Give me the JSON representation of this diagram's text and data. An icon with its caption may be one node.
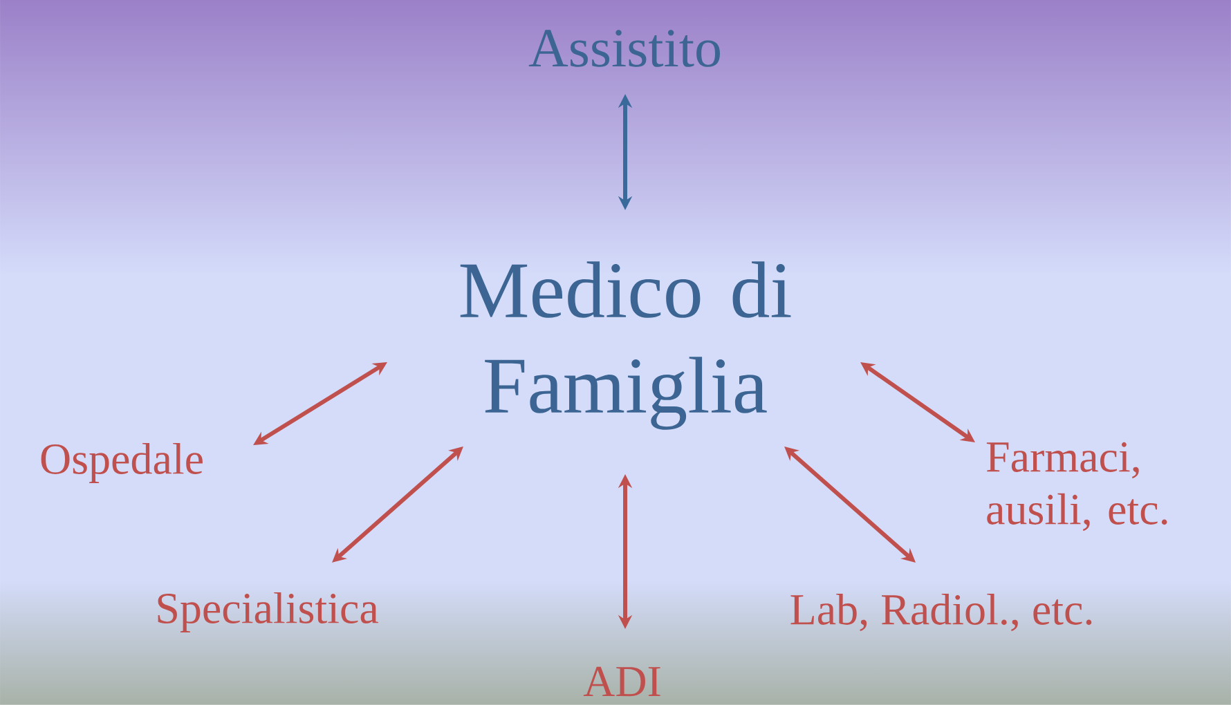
{
  "diagram": {
    "nodes": [
      {
        "text": [
          "Assistito"
        ]
      },
      {
        "text": [
          "Medico di Famiglia"
        ]
      },
      {
        "text": [
          "Ospedale"
        ]
      },
      {
        "text": [
          "Farmaci, ausili, etc."
        ]
      },
      {
        "text": [
          "Specialistica"
        ]
      },
      {
        "text": [
          "Lab, Radiol., etc."
        ]
      },
      {
        "text": [
          "ADI"
        ]
      }
    ],
    "edges": [
      {
        "from": 0,
        "to": 1,
        "arrow": "both",
        "color": "#3a6a9a"
      },
      {
        "from": 1,
        "to": 2,
        "arrow": "both"
      },
      {
        "from": 1,
        "to": 3,
        "arrow": "both"
      },
      {
        "from": 1,
        "to": 4,
        "arrow": "both"
      },
      {
        "from": 1,
        "to": 5,
        "arrow": "both"
      },
      {
        "from": 1,
        "to": 6,
        "arrow": "both"
      }
    ]
  }
}
